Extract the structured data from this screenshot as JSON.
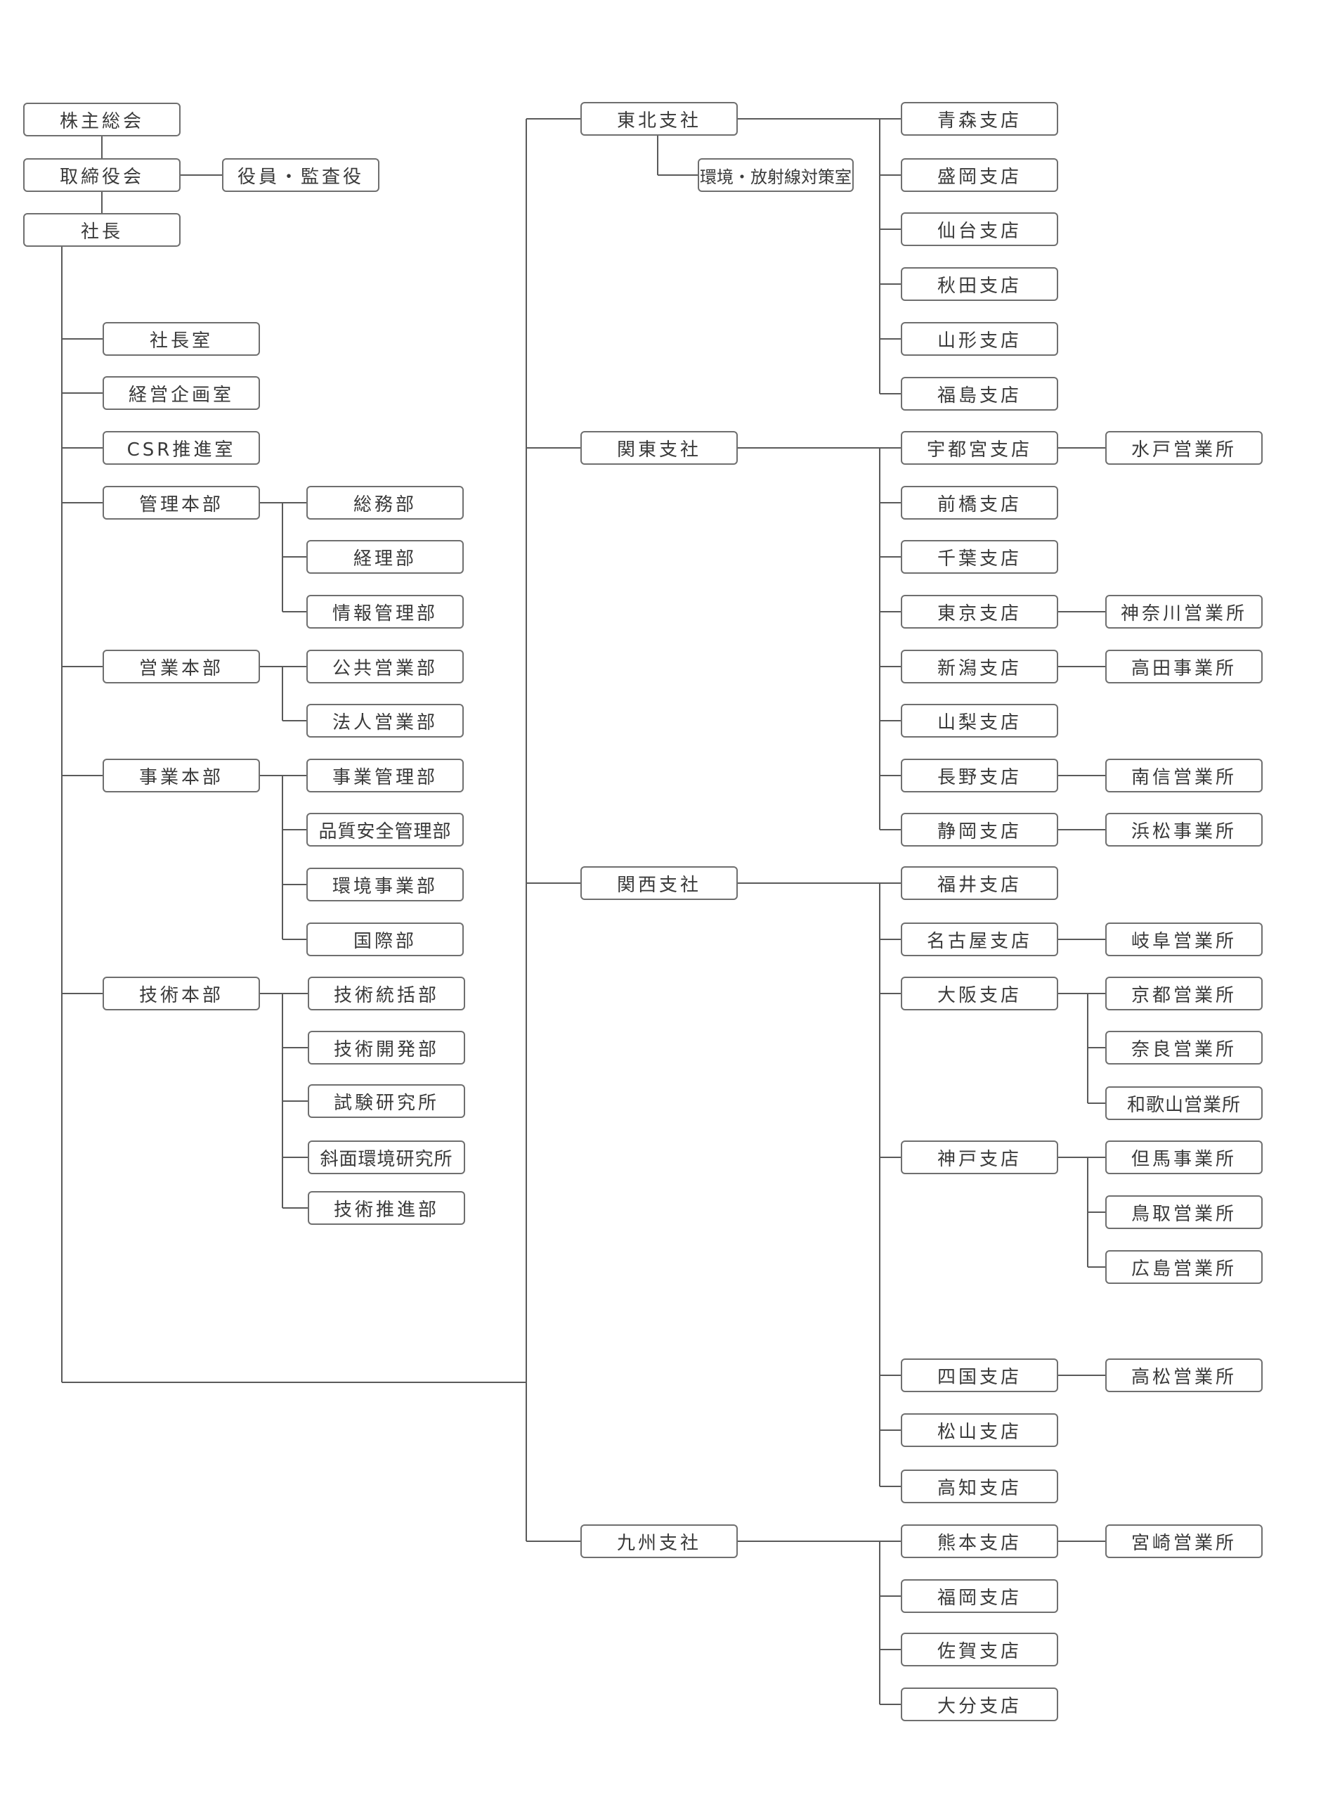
{
  "colors": {
    "line": "#5a5a5a",
    "box_border": "#6f6f6f",
    "text": "#3a3a3a",
    "background": "#ffffff"
  },
  "top": {
    "shareholders": "株主総会",
    "board": "取締役会",
    "officers": "役員・監査役",
    "president": "社長"
  },
  "staff_offices": [
    "社長室",
    "経営企画室",
    "CSR推進室"
  ],
  "divisions": [
    {
      "name": "管理本部",
      "depts": [
        "総務部",
        "経理部",
        "情報管理部"
      ]
    },
    {
      "name": "営業本部",
      "depts": [
        "公共営業部",
        "法人営業部"
      ]
    },
    {
      "name": "事業本部",
      "depts": [
        "事業管理部",
        "品質安全管理部",
        "環境事業部",
        "国際部"
      ]
    },
    {
      "name": "技術本部",
      "depts": [
        "技術統括部",
        "技術開発部",
        "試験研究所",
        "斜面環境研究所",
        "技術推進部"
      ]
    }
  ],
  "regions": {
    "tohoku": {
      "name": "東北支社",
      "sub_office": "環境・放射線対策室",
      "branches": [
        "青森支店",
        "盛岡支店",
        "仙台支店",
        "秋田支店",
        "山形支店",
        "福島支店"
      ]
    },
    "kanto": {
      "name": "関東支社",
      "branches": [
        {
          "name": "宇都宮支店",
          "offices": [
            "水戸営業所"
          ]
        },
        {
          "name": "前橋支店",
          "offices": []
        },
        {
          "name": "千葉支店",
          "offices": []
        },
        {
          "name": "東京支店",
          "offices": [
            "神奈川営業所"
          ]
        },
        {
          "name": "新潟支店",
          "offices": [
            "高田事業所"
          ]
        },
        {
          "name": "山梨支店",
          "offices": []
        },
        {
          "name": "長野支店",
          "offices": [
            "南信営業所"
          ]
        },
        {
          "name": "静岡支店",
          "offices": [
            "浜松事業所"
          ]
        }
      ]
    },
    "kansai": {
      "name": "関西支社",
      "branches": [
        {
          "name": "福井支店",
          "offices": []
        },
        {
          "name": "名古屋支店",
          "offices": [
            "岐阜営業所"
          ]
        },
        {
          "name": "大阪支店",
          "offices": [
            "京都営業所",
            "奈良営業所",
            "和歌山営業所"
          ]
        },
        {
          "name": "神戸支店",
          "offices": [
            "但馬事業所",
            "鳥取営業所",
            "広島営業所"
          ]
        },
        {
          "name": "四国支店",
          "offices": [
            "高松営業所"
          ]
        },
        {
          "name": "松山支店",
          "offices": []
        },
        {
          "name": "高知支店",
          "offices": []
        }
      ]
    },
    "kyushu": {
      "name": "九州支社",
      "branches": [
        {
          "name": "熊本支店",
          "offices": [
            "宮崎営業所"
          ]
        },
        {
          "name": "福岡支店",
          "offices": []
        },
        {
          "name": "佐賀支店",
          "offices": []
        },
        {
          "name": "大分支店",
          "offices": []
        }
      ]
    }
  }
}
